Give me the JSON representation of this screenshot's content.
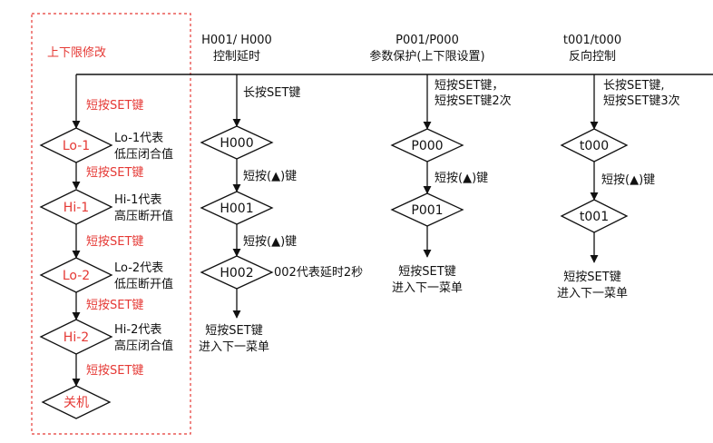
{
  "colors": {
    "accent": "#e53935",
    "line": "#111111"
  },
  "left_panel": {
    "title": "上下限修改",
    "press_labels": [
      "短按SET键",
      "短按SET键",
      "短按SET键",
      "短按SET键",
      "短按SET键"
    ],
    "nodes": [
      "Lo-1",
      "Hi-1",
      "Lo-2",
      "Hi-2",
      "关机"
    ],
    "notes": [
      [
        "Lo-1代表",
        "低压闭合值"
      ],
      [
        "Hi-1代表",
        "高压断开值"
      ],
      [
        "Lo-2代表",
        "低压断开值"
      ],
      [
        "Hi-2代表",
        "高压闭合值"
      ]
    ]
  },
  "col_h": {
    "header": [
      "H001/ H000",
      "控制延时"
    ],
    "enter": "长按SET键",
    "nodes": [
      "H000",
      "H001",
      "H002"
    ],
    "press": [
      "短按(▲)键",
      "短按(▲)键"
    ],
    "note": "002代表延时2秒",
    "exit": [
      "短按SET键",
      "进入下一菜单"
    ]
  },
  "col_p": {
    "header": [
      "P001/P000",
      "参数保护(上下限设置)"
    ],
    "enter": [
      "短按SET键，",
      "短按SET键2次"
    ],
    "nodes": [
      "P000",
      "P001"
    ],
    "press": [
      "短按(▲)键"
    ],
    "exit": [
      "短按SET键",
      "进入下一菜单"
    ]
  },
  "col_t": {
    "header": [
      "t001/t000",
      "反向控制"
    ],
    "enter": [
      "长按SET键,",
      "短按SET键3次"
    ],
    "nodes": [
      "t000",
      "t001"
    ],
    "press": [
      "短按(▲)键"
    ],
    "exit": [
      "短按SET键",
      "进入下一菜单"
    ]
  }
}
